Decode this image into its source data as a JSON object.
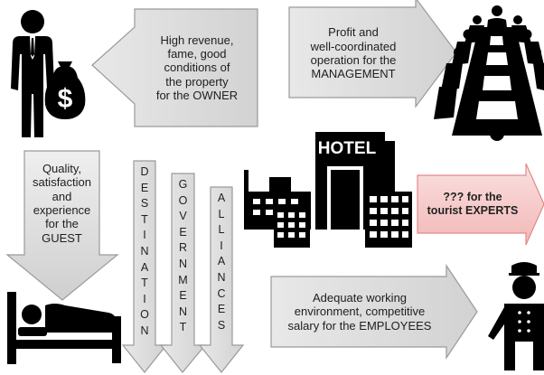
{
  "owner": {
    "label": "High revenue,\nfame, good\nconditions of\nthe property\nfor the OWNER"
  },
  "management": {
    "label": "Profit and\nwell-coordinated\noperation for the\nMANAGEMENT"
  },
  "guest": {
    "label": "Quality,\nsatisfaction\nand\nexperience\nfor the\nGUEST"
  },
  "experts": {
    "label": "???  for the\ntourist EXPERTS"
  },
  "employees": {
    "label": "Adequate working\nenvironment, competitive\nsalary for the EMPLOYEES"
  },
  "hotel": {
    "sign": "HOTEL"
  },
  "vertical_arrows": [
    {
      "word": "DESTINATION",
      "letters": [
        "D",
        "E",
        "S",
        "T",
        "I",
        "N",
        "A",
        "T",
        "I",
        "O",
        "N"
      ]
    },
    {
      "word": "GOVERNMENT",
      "letters": [
        "G",
        "O",
        "V",
        "E",
        "R",
        "N",
        "M",
        "E",
        "N",
        "T"
      ]
    },
    {
      "word": "ALLIANCES",
      "letters": [
        "A",
        "L",
        "L",
        "I",
        "A",
        "N",
        "C",
        "E",
        "S"
      ]
    }
  ],
  "icons": [
    "owner-money-bag-icon",
    "meeting-table-icon",
    "hotel-building-icon",
    "sleeping-guest-icon",
    "bellboy-employee-icon"
  ],
  "colors": {
    "arrow_fill": "#dcdcdc",
    "arrow_stroke": "#9a9a9a",
    "experts_fill": "#f6c8c8",
    "experts_stroke": "#e08a8a",
    "icon": "#000000"
  }
}
